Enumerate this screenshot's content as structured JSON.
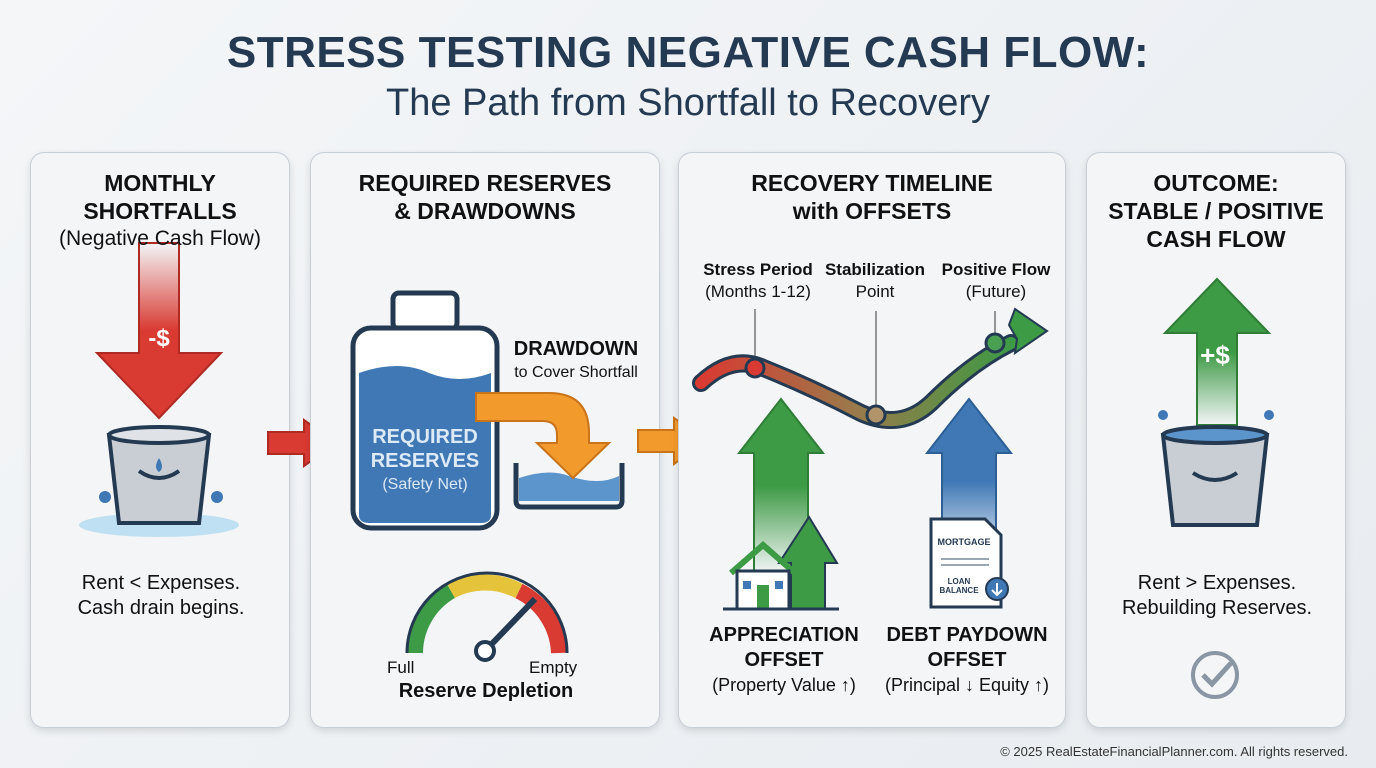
{
  "title": "STRESS TESTING NEGATIVE CASH FLOW:",
  "subtitle": "The Path from Shortfall to Recovery",
  "panels": [
    {
      "heading1": "MONTHLY",
      "heading2": "SHORTFALLS",
      "heading_sub": "(Negative Cash Flow)",
      "icon_label": "-$",
      "caption1": "Rent < Expenses.",
      "caption2": "Cash drain begins."
    },
    {
      "heading1": "REQUIRED RESERVES",
      "heading2": "& DRAWDOWNS",
      "tank_label1": "REQUIRED",
      "tank_label2": "RESERVES",
      "tank_label3": "(Safety Net)",
      "drawdown_title": "DRAWDOWN",
      "drawdown_sub": "to Cover Shortfall",
      "gauge_full": "Full",
      "gauge_empty": "Empty",
      "gauge_title": "Reserve Depletion"
    },
    {
      "heading1": "RECOVERY TIMELINE",
      "heading2": "with OFFSETS",
      "milestones": [
        {
          "title": "Stress Period",
          "sub": "(Months 1-12)"
        },
        {
          "title": "Stabilization",
          "sub": "Point"
        },
        {
          "title": "Positive Flow",
          "sub": "(Future)"
        }
      ],
      "doc_title": "MORTGAGE",
      "doc_line1": "LOAN",
      "doc_line2": "BALANCE",
      "offsets": [
        {
          "t1": "APPRECIATION",
          "t2": "OFFSET",
          "sub": "(Property Value ↑)"
        },
        {
          "t1": "DEBT PAYDOWN",
          "t2": "OFFSET",
          "sub": "(Principal ↓ Equity ↑)"
        }
      ]
    },
    {
      "heading1": "OUTCOME:",
      "heading2": "STABLE / POSITIVE",
      "heading3": "CASH FLOW",
      "icon_label": "+$",
      "caption1": "Rent > Expenses.",
      "caption2": "Rebuilding Reserves."
    }
  ],
  "footer": "© 2025 RealEstateFinancialPlanner.com. All rights reserved.",
  "colors": {
    "red": "#d93a32",
    "green": "#3d9a45",
    "blue": "#3f78b5",
    "orange": "#f39a2c",
    "navy": "#243a52"
  }
}
